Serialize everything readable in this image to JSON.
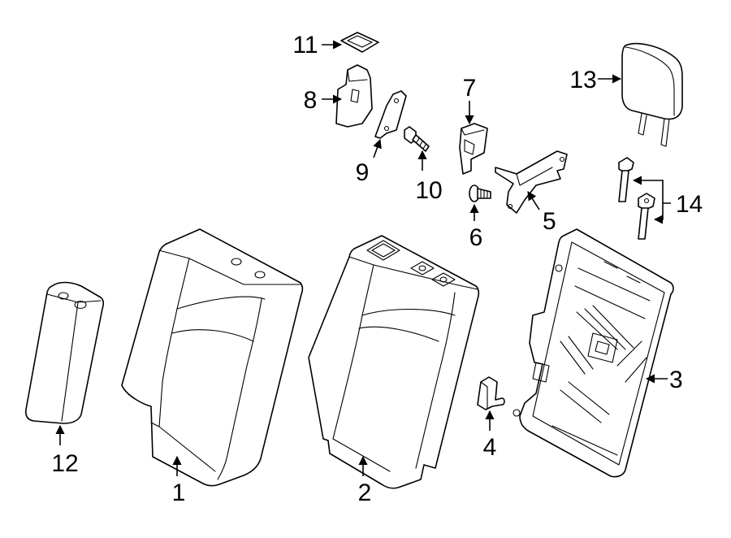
{
  "callouts": [
    {
      "id": "1",
      "part": "Seat back cushion (left)"
    },
    {
      "id": "2",
      "part": "Seat back cushion (right)"
    },
    {
      "id": "3",
      "part": "Seat back frame"
    },
    {
      "id": "4",
      "part": "Latch striker"
    },
    {
      "id": "5",
      "part": "Bracket"
    },
    {
      "id": "6",
      "part": "Bolt"
    },
    {
      "id": "7",
      "part": "Guide bracket"
    },
    {
      "id": "8",
      "part": "Headrest guide"
    },
    {
      "id": "9",
      "part": "Bracket"
    },
    {
      "id": "10",
      "part": "Bolt"
    },
    {
      "id": "11",
      "part": "Bezel"
    },
    {
      "id": "12",
      "part": "Armrest"
    },
    {
      "id": "13",
      "part": "Headrest"
    },
    {
      "id": "14",
      "part": "Headrest guide"
    }
  ],
  "colors": {
    "line": "#000000",
    "background": "#ffffff"
  }
}
